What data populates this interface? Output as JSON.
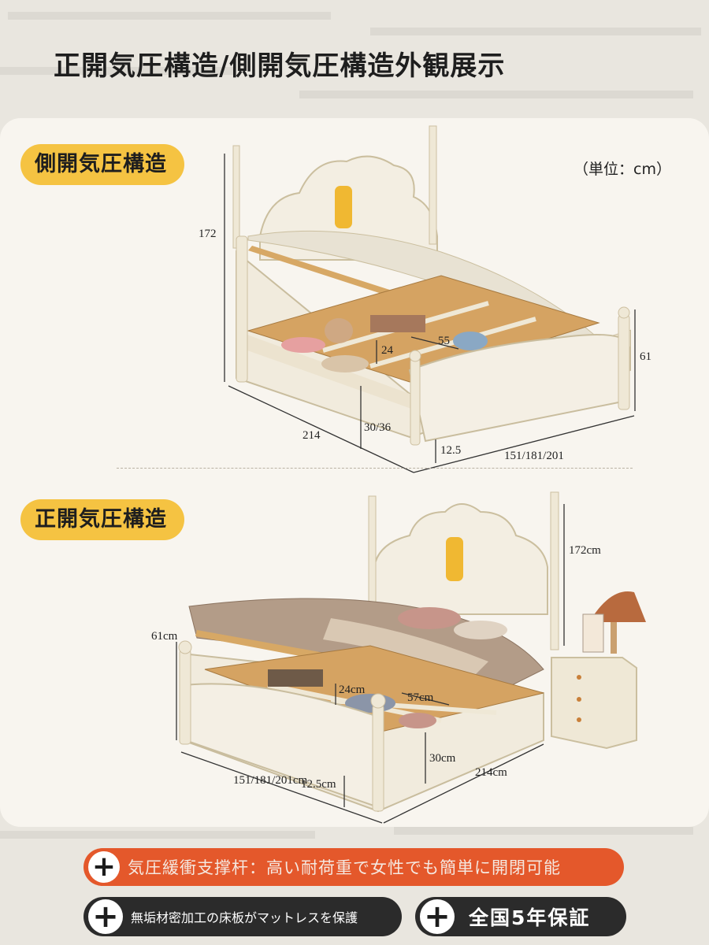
{
  "page": {
    "title": "正開気圧構造/側開気圧構造外観展示"
  },
  "side_section": {
    "tag": "側開気圧構造",
    "unit_note": "（単位：cm）",
    "dims": {
      "height": "172",
      "side_height": "61",
      "length": "214",
      "width": "151/181/201",
      "storage_depth": "30/36",
      "clearance": "12.5",
      "compartment_a": "24",
      "compartment_b": "55"
    }
  },
  "front_section": {
    "tag": "正開気圧構造",
    "dims": {
      "height": "172cm",
      "side_height": "61cm",
      "width": "151/181/201cm",
      "clearance": "12.5cm",
      "storage_depth": "30cm",
      "length": "214cm",
      "compartment_a": "24cm",
      "compartment_b": "57cm"
    }
  },
  "features": {
    "highlight": "気圧緩衝支撑杆：高い耐荷重で女性でも簡単に開閉可能",
    "board": "無垢材密加工の床板がマットレスを保護",
    "warranty": "全国5年保証"
  },
  "colors": {
    "tag_yellow": "#f5c342",
    "accent_red": "#e4582b",
    "bed_cream": "#efe8d6",
    "pill_dark": "#2b2b2b"
  }
}
